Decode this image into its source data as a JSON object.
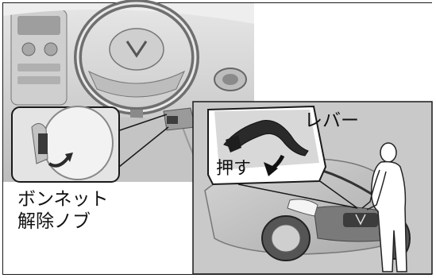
{
  "labels": {
    "bonnet_release_line1": "ボンネット",
    "bonnet_release_line2": "解除ノブ",
    "lever": "レバー",
    "push": "押す"
  },
  "colors": {
    "line": "#1a1a1a",
    "light_gray": "#d9d9d9",
    "mid_gray": "#b8b8b8",
    "dark_gray": "#555555",
    "lever_dark": "#2a2a2a"
  }
}
